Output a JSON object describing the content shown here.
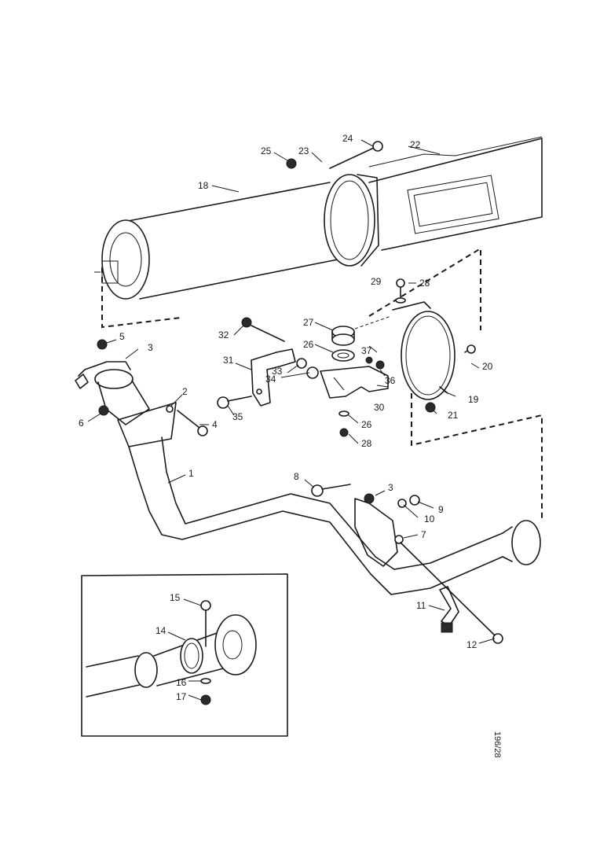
{
  "drawing_code": "196/28",
  "callouts": {
    "c1": "1",
    "c2": "2",
    "c3a": "3",
    "c3b": "3",
    "c4": "4",
    "c5": "5",
    "c6": "6",
    "c7": "7",
    "c8": "8",
    "c9": "9",
    "c10": "10",
    "c11": "11",
    "c12": "12",
    "c14": "14",
    "c15": "15",
    "c16": "16",
    "c17": "17",
    "c18": "18",
    "c19": "19",
    "c20": "20",
    "c21": "21",
    "c22": "22",
    "c23": "23",
    "c24": "24",
    "c25": "25",
    "c26a": "26",
    "c26b": "26",
    "c27": "27",
    "c28a": "28",
    "c28b": "28",
    "c29": "29",
    "c30": "30",
    "c31": "31",
    "c32": "32",
    "c33": "33",
    "c34": "34",
    "c35": "35",
    "c36": "36",
    "c37": "37"
  },
  "colors": {
    "line": "#1a1a1a",
    "paper": "#ffffff"
  }
}
